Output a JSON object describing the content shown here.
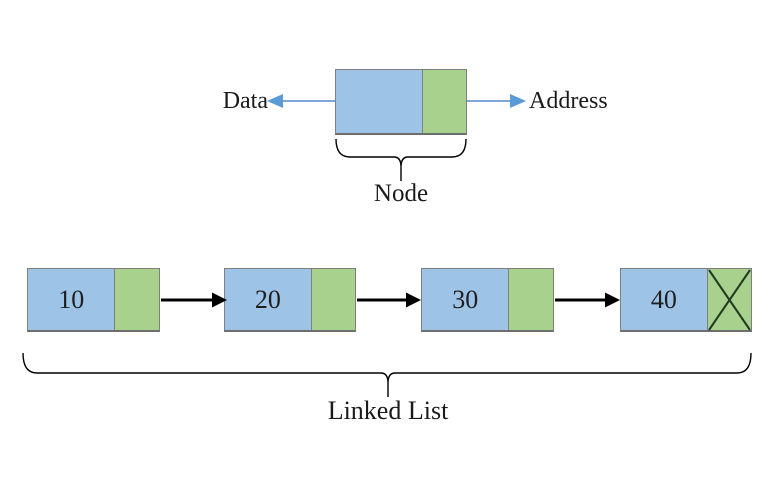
{
  "explainer": {
    "data_label": "Data",
    "address_label": "Address",
    "brace_label": "Node"
  },
  "list": {
    "brace_label": "Linked List",
    "nodes": [
      {
        "value": "10",
        "null_marker": false
      },
      {
        "value": "20",
        "null_marker": false
      },
      {
        "value": "30",
        "null_marker": false
      },
      {
        "value": "40",
        "null_marker": true
      }
    ]
  },
  "icons": {
    "null_marker": "null-cross-icon",
    "pointer_arrow": "right-arrow-icon",
    "data_arrow": "left-arrow-icon",
    "address_arrow": "right-arrow-icon"
  },
  "colors": {
    "data_cell_fill": "#9dc3e6",
    "pointer_cell_fill": "#a9d18e",
    "box_border": "#7f7f7f",
    "label_arrow_blue": "#5b9bd5",
    "label_arrow_line_blue": "#7da7d8",
    "list_arrow_black": "#000000",
    "null_cross": "#223a22",
    "text": "#1a1a1a",
    "background": "#ffffff"
  }
}
